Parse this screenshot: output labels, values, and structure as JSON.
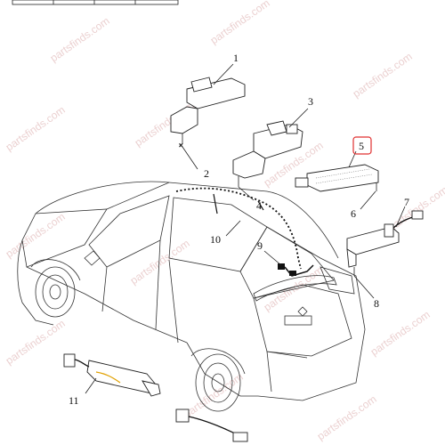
{
  "labels": [
    "1",
    "2",
    "3",
    "4",
    "5",
    "6",
    "7",
    "8",
    "9",
    "10",
    "11"
  ],
  "watermark": "partsfinds.com",
  "highlight_color": "#e03030"
}
